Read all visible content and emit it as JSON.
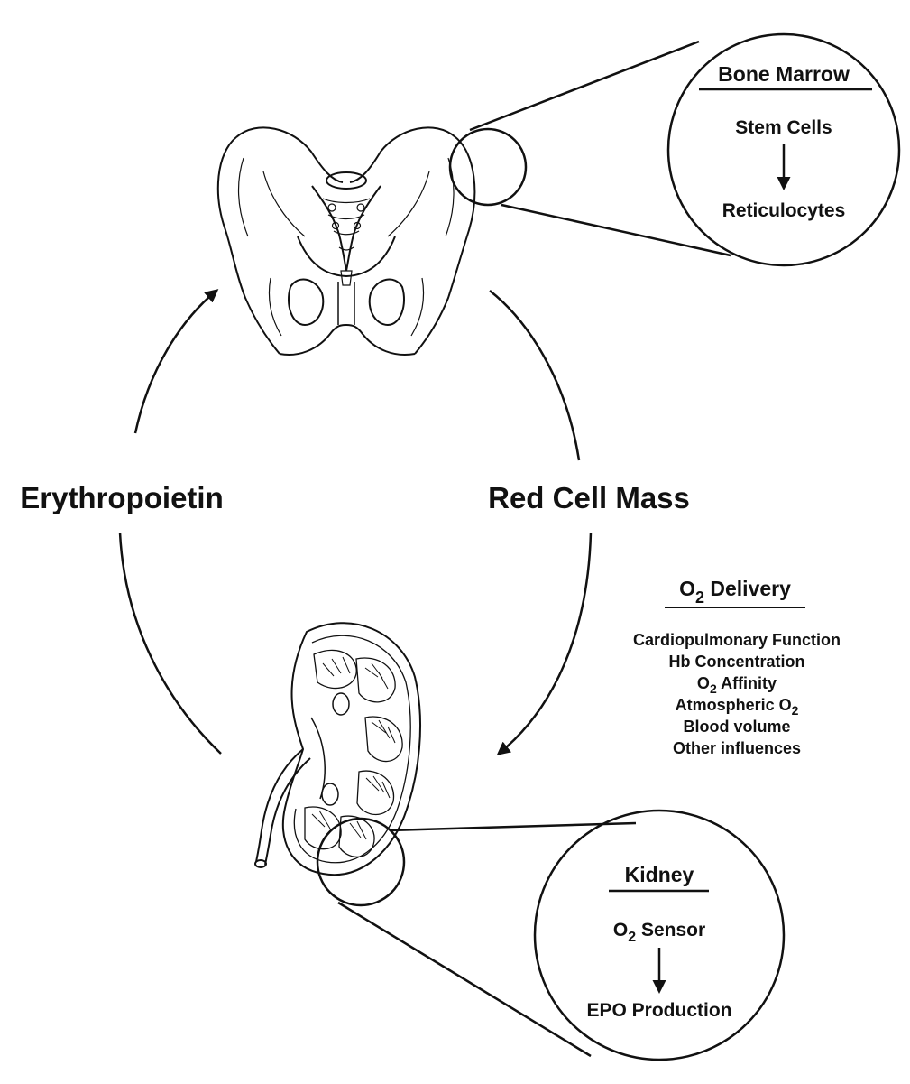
{
  "cycle": {
    "left_label": "Erythropoietin",
    "right_label": "Red Cell Mass"
  },
  "bone_marrow": {
    "title": "Bone Marrow",
    "top": "Stem Cells",
    "bottom": "Reticulocytes"
  },
  "o2_delivery": {
    "title_main": "O",
    "title_sub": "2",
    "title_rest": " Delivery",
    "factors": {
      "f1": "Cardiopulmonary Function",
      "f2": "Hb Concentration",
      "f3_main": "O",
      "f3_sub": "2",
      "f3_rest": " Affinity",
      "f4_main": "Atmospheric O",
      "f4_sub": "2",
      "f5": "Blood volume",
      "f6": "Other influences"
    }
  },
  "kidney": {
    "title": "Kidney",
    "top_main": "O",
    "top_sub": "2",
    "top_rest": " Sensor",
    "bottom": "EPO Production"
  },
  "colors": {
    "ink": "#111111",
    "background": "#ffffff"
  }
}
